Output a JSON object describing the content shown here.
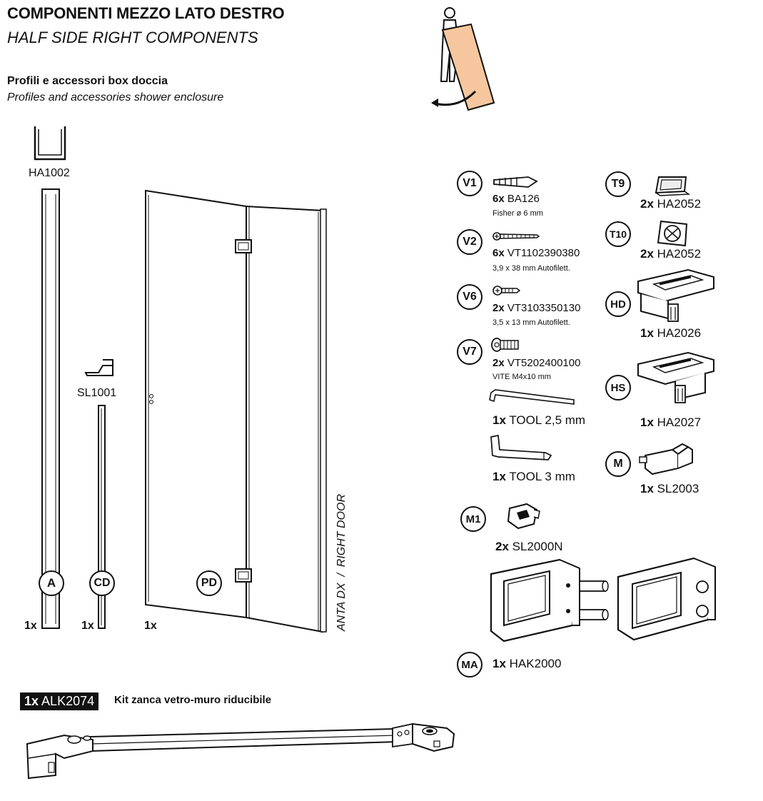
{
  "header": {
    "title_it": "COMPONENTI MEZZO LATO DESTRO",
    "title_en": "HALF SIDE RIGHT COMPONENTS",
    "subtitle_it": "Profili e accessori box doccia",
    "subtitle_en": "Profiles and accessories shower enclosure"
  },
  "profiles": {
    "ha1002": {
      "code": "HA1002",
      "letter": "A",
      "qty": "1x"
    },
    "sl1001": {
      "code": "SL1001",
      "letter": "CD",
      "qty": "1x"
    },
    "door": {
      "letter": "PD",
      "qty": "1x",
      "side_label": "ANTA DX  /  RIGHT DOOR"
    }
  },
  "accessories": {
    "v1": {
      "letter": "V1",
      "qty": "6x",
      "code": "BA126",
      "desc": "Fisher ø 6 mm"
    },
    "v2": {
      "letter": "V2",
      "qty": "6x",
      "code": "VT1102390380",
      "desc": "3,9 x 38 mm Autofilett."
    },
    "v6": {
      "letter": "V6",
      "qty": "2x",
      "code": "VT3103350130",
      "desc": "3,5 x 13 mm Autofilett."
    },
    "v7": {
      "letter": "V7",
      "qty": "2x",
      "code": "VT5202400100",
      "desc": "VITE M4x10 mm"
    },
    "tool25": {
      "qty": "1x",
      "code": "TOOL 2,5 mm"
    },
    "tool3": {
      "qty": "1x",
      "code": "TOOL 3 mm"
    },
    "t9": {
      "letter": "T9",
      "qty": "2x",
      "code": "HA2052"
    },
    "t10": {
      "letter": "T10",
      "qty": "2x",
      "code": "HA2052"
    },
    "hd": {
      "letter": "HD",
      "qty": "1x",
      "code": "HA2026"
    },
    "hs": {
      "letter": "HS",
      "qty": "1x",
      "code": "HA2027"
    },
    "m": {
      "letter": "M",
      "qty": "1x",
      "code": "SL2003"
    },
    "m1": {
      "letter": "M1",
      "qty": "2x",
      "code": "SL2000N"
    },
    "ma": {
      "letter": "MA",
      "qty": "1x",
      "code": "HAK2000"
    }
  },
  "kit": {
    "qty": "1x",
    "code": "ALK2074",
    "desc": "Kit zanca vetro-muro riducibile"
  },
  "colors": {
    "glass_panel": "#f6c79e",
    "ink": "#111111"
  }
}
